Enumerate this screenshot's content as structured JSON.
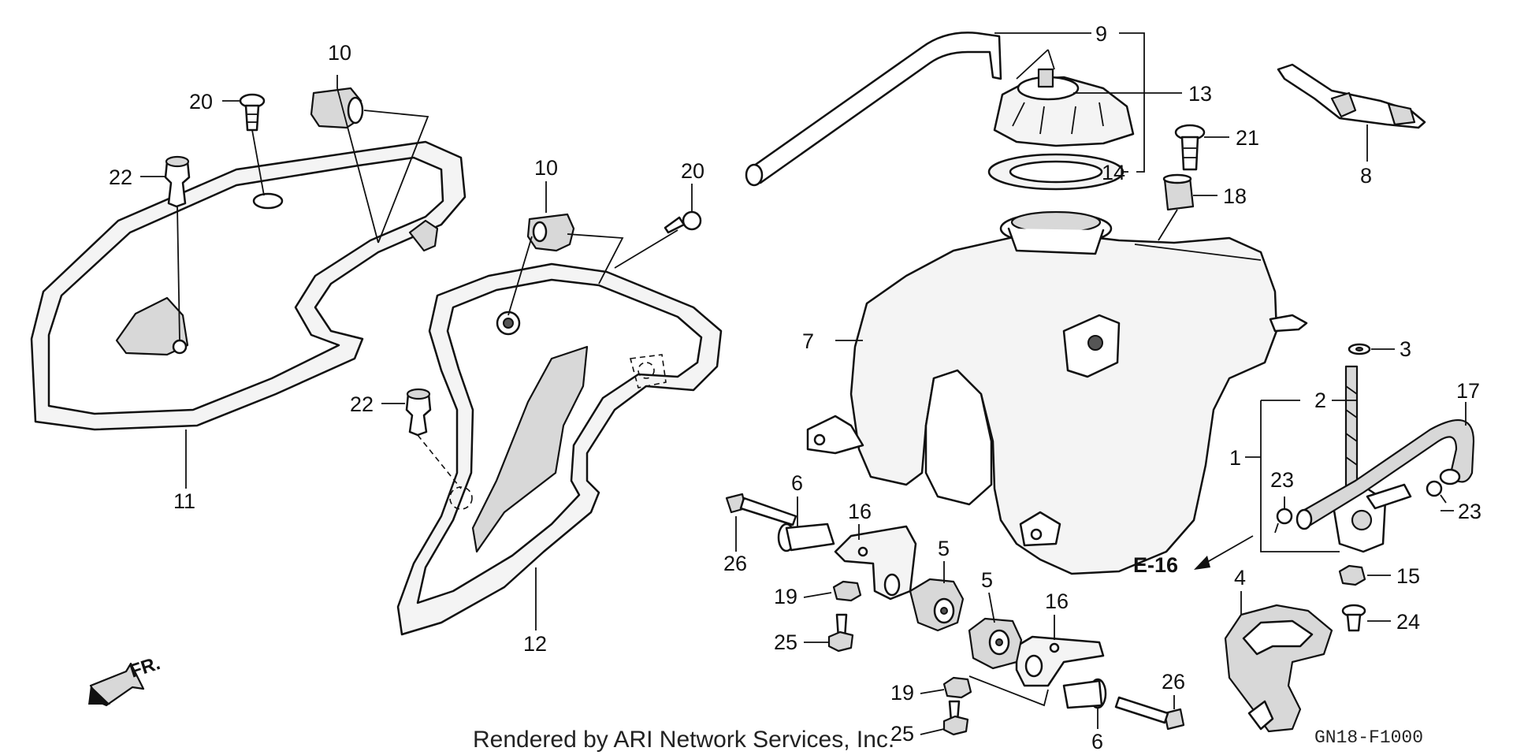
{
  "callouts": {
    "p1": "1",
    "p2": "2",
    "p3": "3",
    "p4": "4",
    "p5a": "5",
    "p5b": "5",
    "p6a": "6",
    "p6b": "6",
    "p7": "7",
    "p8": "8",
    "p9": "9",
    "p10a": "10",
    "p10b": "10",
    "p11": "11",
    "p12": "12",
    "p13": "13",
    "p14": "14",
    "p15": "15",
    "p16a": "16",
    "p16b": "16",
    "p17": "17",
    "p18": "18",
    "p19a": "19",
    "p19b": "19",
    "p20a": "20",
    "p20b": "20",
    "p21": "21",
    "p22a": "22",
    "p22b": "22",
    "p23a": "23",
    "p23b": "23",
    "p24": "24",
    "p25a": "25",
    "p25b": "25",
    "p26a": "26",
    "p26b": "26"
  },
  "reference_label": "E-16",
  "direction_label": "FR.",
  "footer_text": "Rendered by ARI Network Services, Inc.",
  "diagram_code": "GN18-F1000"
}
